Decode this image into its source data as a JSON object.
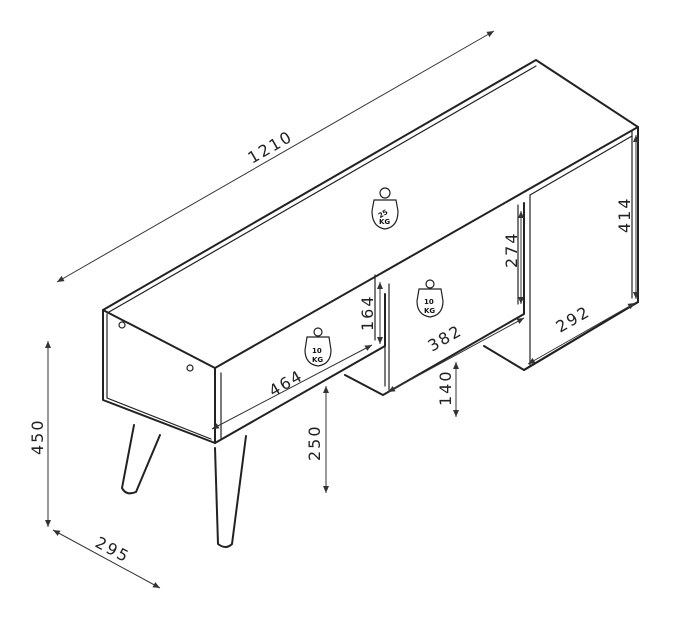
{
  "dimensions": {
    "overall_length": "1210",
    "overall_height": "450",
    "depth": "295",
    "left_compartment_width": "464",
    "left_compartment_height": "164",
    "middle_compartment_width": "382",
    "middle_compartment_height": "274",
    "right_compartment_width": "292",
    "right_compartment_height": "414",
    "leg_height": "250",
    "middle_step_height": "140"
  },
  "weights": {
    "top_load": [
      "25",
      "KG"
    ],
    "middle_load": [
      "10",
      "KG"
    ],
    "left_load": [
      "10",
      "KG"
    ]
  }
}
